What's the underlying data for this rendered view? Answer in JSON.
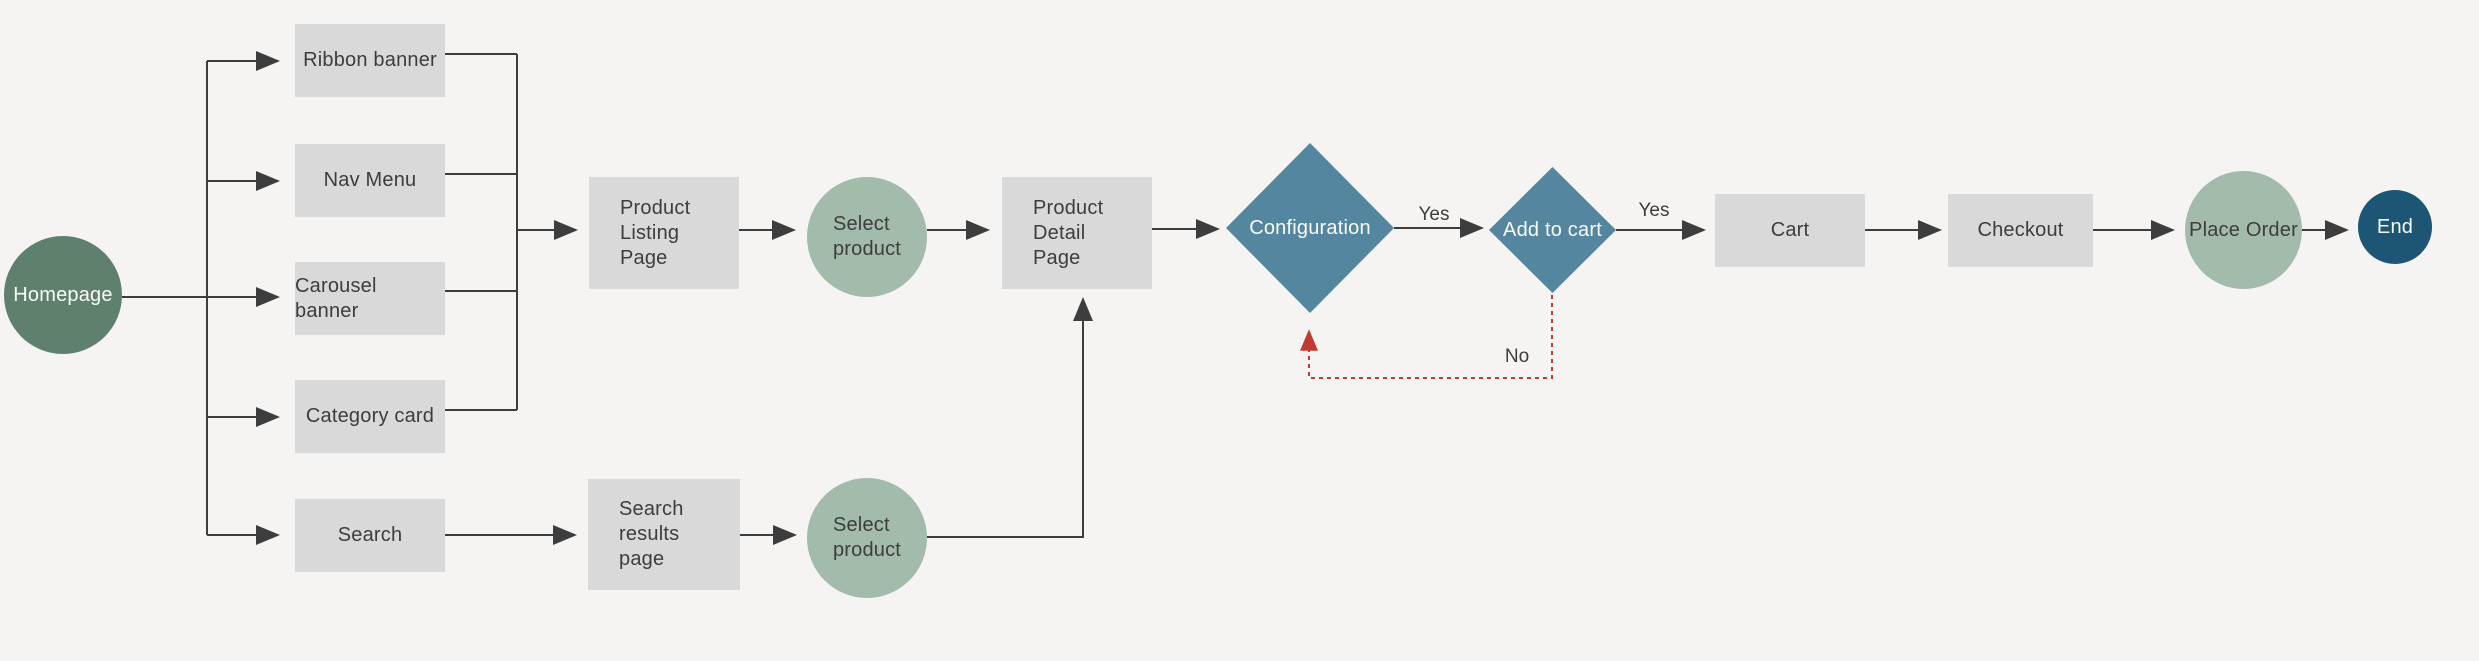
{
  "nodes": {
    "homepage": {
      "label": "Homepage",
      "shape": "circle",
      "role": "start"
    },
    "ribbon_banner": {
      "label": "Ribbon banner",
      "shape": "rectangle",
      "role": "process"
    },
    "nav_menu": {
      "label": "Nav Menu",
      "shape": "rectangle",
      "role": "process"
    },
    "carousel_banner": {
      "label": "Carousel banner",
      "shape": "rectangle",
      "role": "process"
    },
    "category_card": {
      "label": "Category card",
      "shape": "rectangle",
      "role": "process"
    },
    "search": {
      "label": "Search",
      "shape": "rectangle",
      "role": "process"
    },
    "product_listing_page": {
      "label": "Product\nListing\nPage",
      "shape": "rectangle",
      "role": "process"
    },
    "select_product_top": {
      "label": "Select\nproduct",
      "shape": "circle",
      "role": "action"
    },
    "product_detail_page": {
      "label": "Product\nDetail\nPage",
      "shape": "rectangle",
      "role": "process"
    },
    "configuration": {
      "label": "Configuration",
      "shape": "diamond",
      "role": "decision"
    },
    "add_to_cart": {
      "label": "Add to cart",
      "shape": "diamond",
      "role": "decision"
    },
    "cart": {
      "label": "Cart",
      "shape": "rectangle",
      "role": "process"
    },
    "checkout": {
      "label": "Checkout",
      "shape": "rectangle",
      "role": "process"
    },
    "place_order": {
      "label": "Place Order",
      "shape": "circle",
      "role": "action"
    },
    "end": {
      "label": "End",
      "shape": "circle",
      "role": "end"
    },
    "search_results_page": {
      "label": "Search\nresults\npage",
      "shape": "rectangle",
      "role": "process"
    },
    "select_product_bottom": {
      "label": "Select\nproduct",
      "shape": "circle",
      "role": "action"
    }
  },
  "edge_labels": {
    "configuration_yes": "Yes",
    "add_to_cart_yes": "Yes",
    "add_to_cart_no": "No"
  },
  "edges": [
    {
      "from": "Homepage",
      "to": "Ribbon banner"
    },
    {
      "from": "Homepage",
      "to": "Nav Menu"
    },
    {
      "from": "Homepage",
      "to": "Carousel banner"
    },
    {
      "from": "Homepage",
      "to": "Category card"
    },
    {
      "from": "Homepage",
      "to": "Search"
    },
    {
      "from": "Ribbon banner",
      "to": "Product Listing Page"
    },
    {
      "from": "Nav Menu",
      "to": "Product Listing Page"
    },
    {
      "from": "Carousel banner",
      "to": "Product Listing Page"
    },
    {
      "from": "Category card",
      "to": "Product Listing Page"
    },
    {
      "from": "Product Listing Page",
      "to": "Select product"
    },
    {
      "from": "Select product",
      "to": "Product Detail Page"
    },
    {
      "from": "Search",
      "to": "Search results page"
    },
    {
      "from": "Search results page",
      "to": "Select product"
    },
    {
      "from": "Select product",
      "to": "Product Detail Page",
      "via": "bottom entry"
    },
    {
      "from": "Product Detail Page",
      "to": "Configuration"
    },
    {
      "from": "Configuration",
      "to": "Add to cart",
      "label": "Yes"
    },
    {
      "from": "Add to cart",
      "to": "Cart",
      "label": "Yes"
    },
    {
      "from": "Add to cart",
      "to": "Configuration",
      "label": "No",
      "style": "dashed-red"
    },
    {
      "from": "Cart",
      "to": "Checkout"
    },
    {
      "from": "Checkout",
      "to": "Place Order"
    },
    {
      "from": "Place Order",
      "to": "End"
    }
  ],
  "colors": {
    "background": "#f5f4f2",
    "process_box": "#d9d9d9",
    "start_circle": "#60806e",
    "action_circle": "#a2bbab",
    "decision_diamond": "#54879f",
    "end_circle": "#1c5674",
    "connector": "#3d3d3d",
    "no_path": "#c43a33",
    "dark_text": "#3d3d3d",
    "light_text": "#fafaf8"
  }
}
